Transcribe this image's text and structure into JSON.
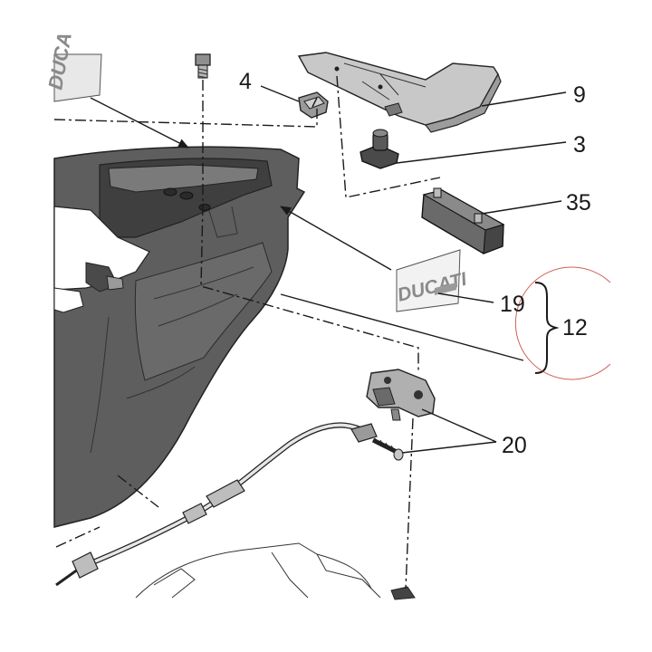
{
  "callouts": {
    "c4": "4",
    "c9": "9",
    "c3": "3",
    "c35": "35",
    "c19": "19",
    "c12": "12",
    "c20": "20"
  },
  "logo_text": {
    "decal_19": "DUCATI",
    "seat_emblem": "DUCA"
  }
}
